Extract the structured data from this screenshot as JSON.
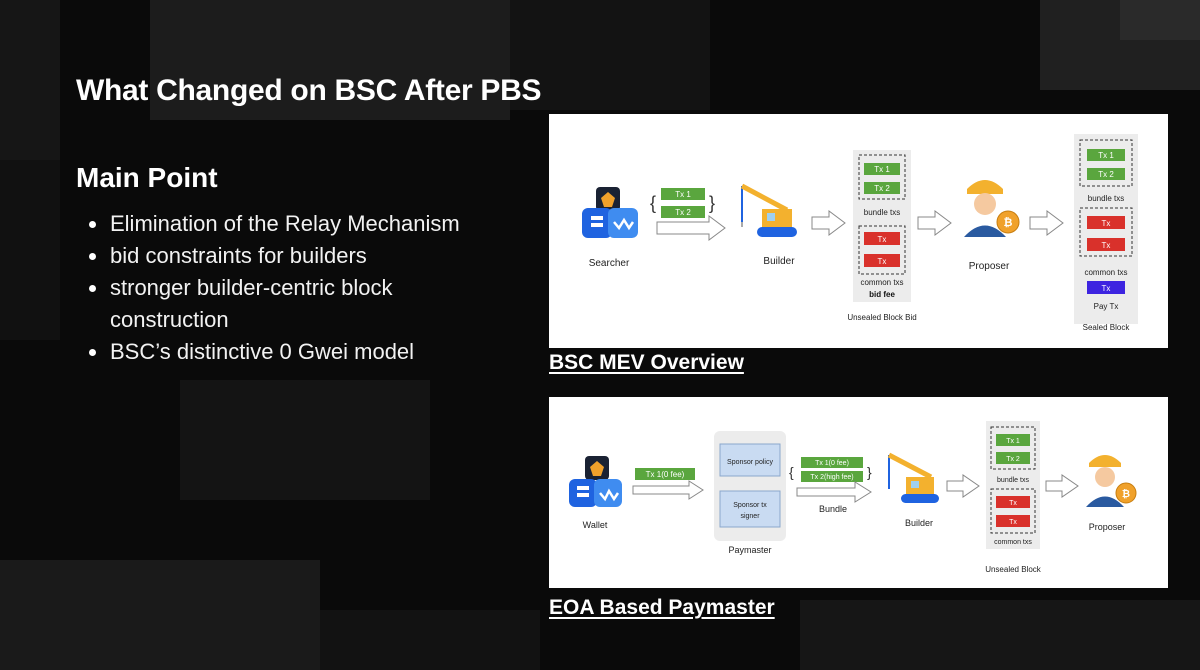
{
  "slide": {
    "title": "What Changed on BSC After PBS",
    "subtitle": "Main Point",
    "bullets": [
      "Elimination of the Relay Mechanism",
      "bid constraints for builders",
      "stronger builder-centric block construction",
      "BSC’s distinctive 0 Gwei model"
    ]
  },
  "mev_overview": {
    "caption": "BSC MEV Overview",
    "searcher_label": "Searcher",
    "builder_label": "Builder",
    "proposer_label": "Proposer",
    "tx1": "Tx 1",
    "tx2": "Tx 2",
    "tx": "Tx",
    "bundle_txs": "bundle txs",
    "common_txs": "common txs",
    "bid_fee": "bid fee",
    "unsealed_block_bid": "Unsealed Block Bid",
    "sealed_block": "Sealed Block",
    "pay_tx": "Pay Tx"
  },
  "eoa_paymaster": {
    "caption": "EOA Based Paymaster",
    "wallet_label": "Wallet",
    "tx_zero_fee": "Tx 1(0 fee)",
    "sponsor_policy": "Sponsor policy",
    "sponsor_signer_line1": "Sponsor tx",
    "sponsor_signer_line2": "signer",
    "paymaster_label": "Paymaster",
    "bundle_tx1": "Tx 1(0 fee)",
    "bundle_tx2": "Tx 2(high fee)",
    "bundle_label": "Bundle",
    "builder_label": "Builder",
    "proposer_label": "Proposer",
    "tx1": "Tx 1",
    "tx2": "Tx 2",
    "tx": "Tx",
    "bundle_txs": "bundle txs",
    "common_txs": "common txs",
    "unsealed_block": "Unsealed Block"
  },
  "colors": {
    "green": "#5aa63e",
    "red": "#d9312b",
    "purple": "#3d24e0",
    "blue": "#1f63e0",
    "orange": "#f0a12b",
    "gold": "#f3b12e"
  }
}
